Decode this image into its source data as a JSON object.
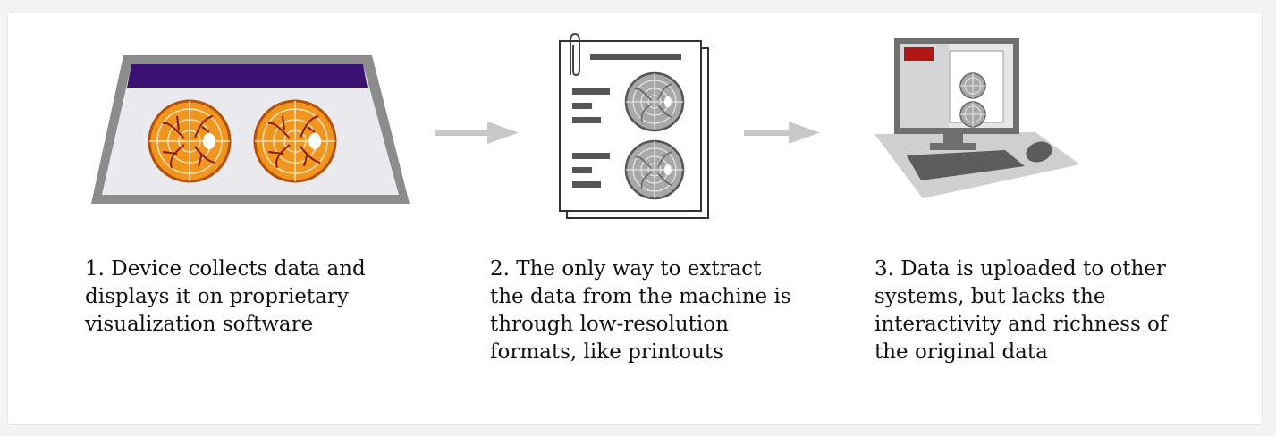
{
  "steps": [
    {
      "number": "1",
      "lines": [
        "1. Device collects data and",
        "displays it on proprietary",
        "visualization software"
      ],
      "icon": "device-screen-icon"
    },
    {
      "number": "2",
      "lines": [
        "2. The only way to extract",
        "the data from the machine is",
        "through low-resolution",
        "formats, like printouts"
      ],
      "icon": "printout-document-icon"
    },
    {
      "number": "3",
      "lines": [
        "3. Data is uploaded to other",
        "systems, but lacks the",
        "interactivity and richness of",
        "the original data"
      ],
      "icon": "desktop-computer-icon"
    }
  ],
  "arrows": [
    "arrow-right-icon",
    "arrow-right-icon"
  ],
  "colors": {
    "device_frame": "#8c8c8c",
    "device_header": "#3b1173",
    "device_screen": "#e9e9ee",
    "scan_orange": "#f0961e",
    "scan_outline": "#b5500a",
    "vessel_red": "#8a1a00",
    "paper": "#ffffff",
    "paper_lines": "#555555",
    "grey_scan": "#a8a8a8",
    "monitor": "#6f6f6f",
    "monitor_red": "#b01818",
    "arrow": "#c8c8c8",
    "desk": "#cfcfcf"
  }
}
